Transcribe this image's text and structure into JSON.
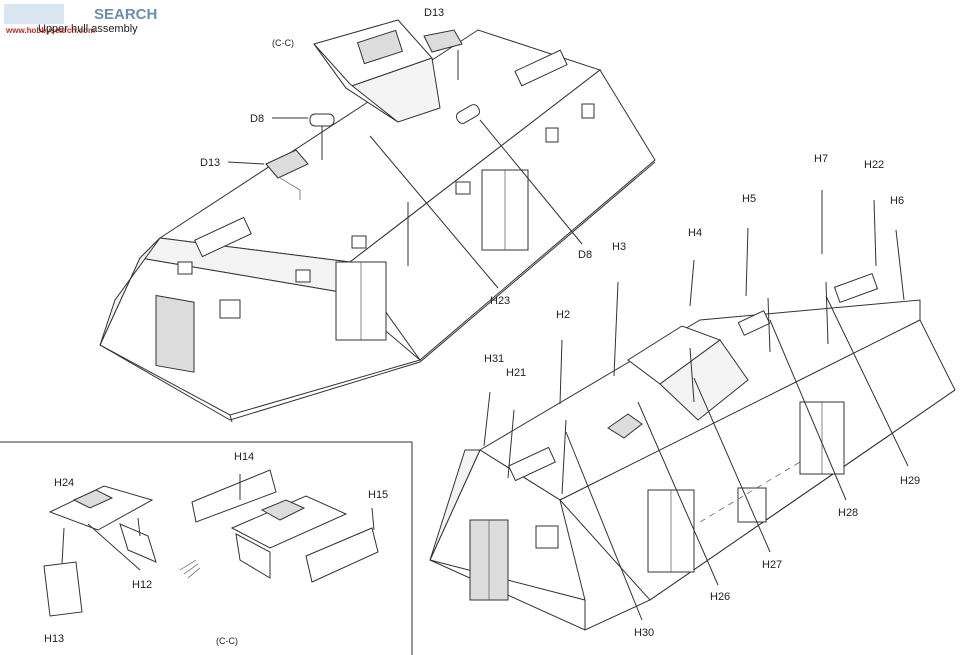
{
  "header": {
    "watermark_logo": "SEARCH",
    "watermark_url": "www.hobbysearch.com",
    "section_title": "Upper hull assembly"
  },
  "views": {
    "top_section_tag": "(C-C)",
    "inset_section_tag": "(C-C)"
  },
  "labels": {
    "D13_top": "D13",
    "D8_left": "D8",
    "D13_left": "D13",
    "D8_right": "D8",
    "H23": "H23",
    "H2": "H2",
    "H3": "H3",
    "H4": "H4",
    "H5": "H5",
    "H7": "H7",
    "H22": "H22",
    "H6": "H6",
    "H31": "H31",
    "H21": "H21",
    "H29": "H29",
    "H28": "H28",
    "H27": "H27",
    "H26": "H26",
    "H30": "H30",
    "H14": "H14",
    "H15": "H15",
    "H24": "H24",
    "H12": "H12",
    "H13": "H13"
  },
  "colors": {
    "line": "#333333",
    "shade": "#dcdcdc",
    "watermark_blue": "#6a8fb0",
    "watermark_red": "#c8281e"
  }
}
